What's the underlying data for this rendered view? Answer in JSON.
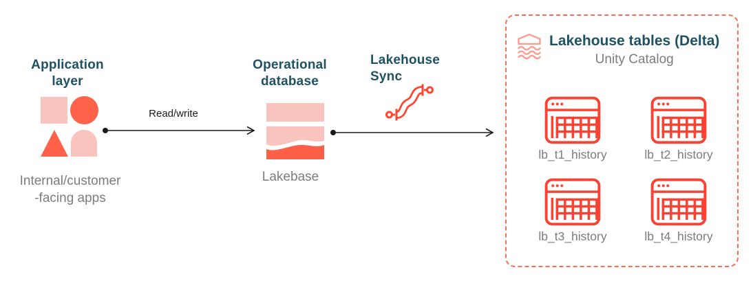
{
  "colors": {
    "heading_teal": "#1E5162",
    "label_gray": "#7A7D80",
    "coral": "#FF6149",
    "solid_orange": "#FF5F46",
    "light_pink": "#F9C4BD",
    "icon_red": "#FB4232",
    "dashed_border": "#FF6B52",
    "salmon_outline": "#F99D8F",
    "arrow_black": "#1a1a1a"
  },
  "nodes": {
    "application": {
      "title": "Application\nlayer",
      "caption": "Internal/customer\n-facing apps",
      "icon": "app-shapes-icon"
    },
    "operational_db": {
      "title": "Operational\ndatabase",
      "caption": "Lakebase",
      "icon": "lakebase-icon"
    },
    "lakehouse_sync": {
      "title": "Lakehouse\nSync",
      "icon": "sync-pipeline-icon"
    }
  },
  "arrows": {
    "read_write": {
      "label": "Read/write"
    },
    "sync": {
      "label": ""
    }
  },
  "catalog_box": {
    "title": "Lakehouse tables (Delta)",
    "subtitle": "Unity Catalog",
    "icon": "lakehouse-icon",
    "tables": [
      {
        "label": "lb_t1_history",
        "icon": "delta-table-icon"
      },
      {
        "label": "lb_t2_history",
        "icon": "delta-table-icon"
      },
      {
        "label": "lb_t3_history",
        "icon": "delta-table-icon"
      },
      {
        "label": "lb_t4_history",
        "icon": "delta-table-icon"
      }
    ]
  }
}
